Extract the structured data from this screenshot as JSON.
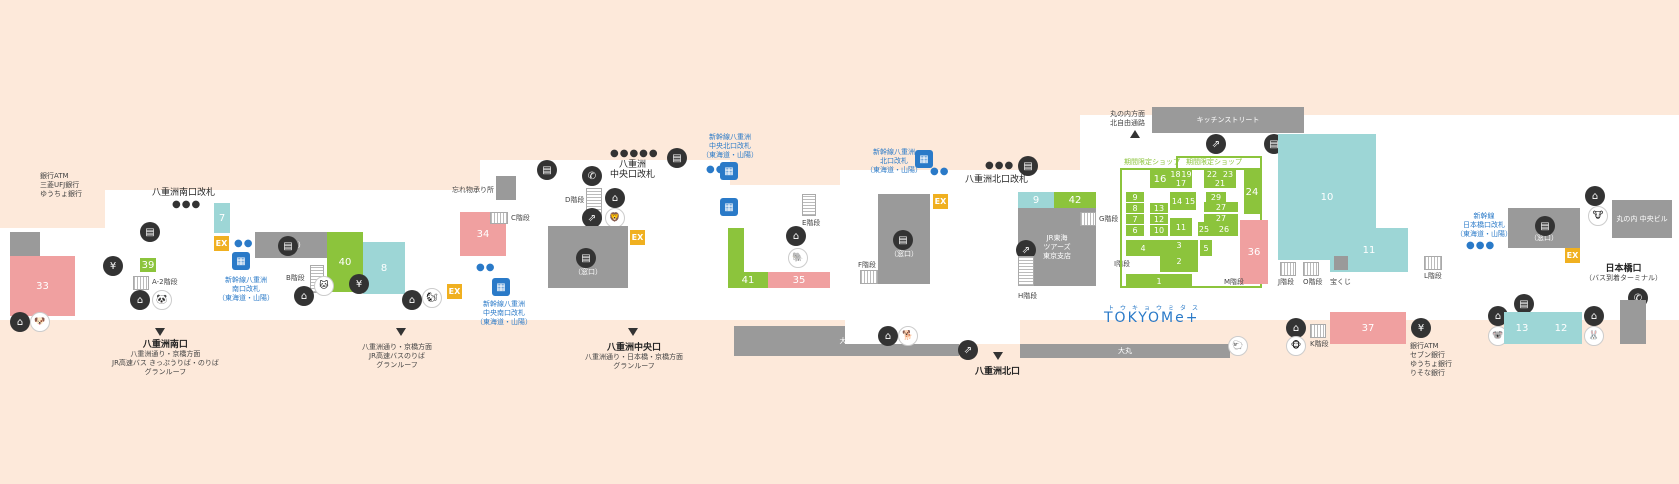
{
  "title": "八重洲地下中央口 構内図",
  "exits": {
    "south": {
      "name": "八重洲南口",
      "desc": [
        "八重洲通り・京橋方面",
        "JR高速バス きっぷうりば・のりば",
        "グランルーフ"
      ]
    },
    "south_mid": {
      "desc": [
        "八重洲通り・京橋方面",
        "JR高速バスのりば",
        "グランルーフ"
      ]
    },
    "central": {
      "name": "八重洲中央口",
      "desc": [
        "八重洲通り・日本橋・京橋方面",
        "グランルーフ"
      ]
    },
    "north": {
      "name": "八重洲北口"
    },
    "marunouchi": {
      "desc": [
        "丸の内方面",
        "北自由通路"
      ]
    },
    "nihonbashi": {
      "name": "日本橋口",
      "desc": "（バス到着ターミナル）"
    },
    "marunouchi_bldg": "丸の内 中央ビル"
  },
  "gates": {
    "south": "八重洲南口改札",
    "central": [
      "八重洲",
      "中央口改札"
    ],
    "north": "八重洲北口改札",
    "shinkansen_south": [
      "新幹線八重洲",
      "南口改札",
      "（東海道・山陽）"
    ],
    "shinkansen_central_south": [
      "新幹線八重洲",
      "中央南口改札",
      "（東海道・山陽）"
    ],
    "shinkansen_central_north": [
      "新幹線八重洲",
      "中央北口改札",
      "（東海道・山陽）"
    ],
    "shinkansen_north": [
      "新幹線八重洲",
      "北口改札",
      "（東海道・山陽）"
    ],
    "shinkansen_nihonbashi": [
      "新幹線",
      "日本橋口改札",
      "（東海道・山陽）"
    ]
  },
  "stairs": {
    "a2": "A-2階段",
    "b": "B階段",
    "c": "C階段",
    "d": "D階段",
    "e": "E階段",
    "f": "F階段",
    "g": "G階段",
    "h": "H階段",
    "i": "I階段",
    "j": "J階段",
    "k": "K階段",
    "l": "L階段",
    "m": "M階段",
    "o": "O階段"
  },
  "labels": {
    "atm_left": [
      "銀行ATM",
      "三菱UFJ銀行",
      "ゆうちょ銀行"
    ],
    "atm_right": [
      "銀行ATM",
      "セブン銀行",
      "ゆうちょ銀行",
      "りそな銀行"
    ],
    "lost_found": "忘れ物承り所",
    "window": "（窓口）",
    "daimaru": "大丸",
    "kitchen_street": "キッチンストリート",
    "jr_tour": [
      "JR東海",
      "ツアーズ",
      "東京支店"
    ],
    "limited_shop": "期間限定ショップ",
    "takarakuji": "宝くじ",
    "logo": "TOKYOMe+",
    "logo_kana": "トウキョウミタス"
  },
  "shops": [
    "33",
    "39",
    "7",
    "40",
    "8",
    "34",
    "41",
    "35",
    "9",
    "42",
    "10",
    "11",
    "24",
    "36",
    "37",
    "13",
    "12",
    "16",
    "18",
    "19",
    "17",
    "22",
    "23",
    "21",
    "14",
    "15",
    "29",
    "27",
    "26",
    "25",
    "5",
    "3",
    "2",
    "4",
    "1",
    "9",
    "8",
    "7",
    "6",
    "13",
    "12",
    "10",
    "11"
  ],
  "colors": {
    "bg": "#fde9da",
    "pink": "#f0a0a0",
    "teal": "#9dd6d6",
    "green": "#8cc43c",
    "gray": "#9a9a9a",
    "blue": "#2a7ac8",
    "ex": "#f0b020"
  }
}
